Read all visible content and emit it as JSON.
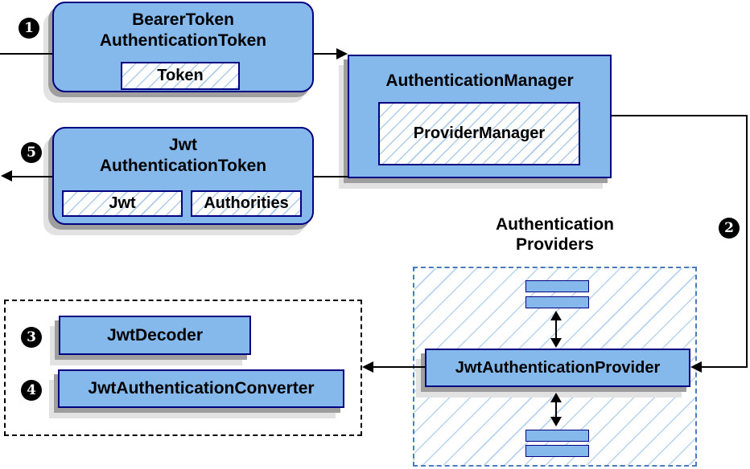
{
  "nodes": {
    "bearer_token": {
      "title_line1": "BearerToken",
      "title_line2": "AuthenticationToken",
      "field_token": "Token"
    },
    "authentication_manager": {
      "title": "AuthenticationManager",
      "field_provider_manager": "ProviderManager"
    },
    "jwt_authentication_token": {
      "title_line1": "Jwt",
      "title_line2": "AuthenticationToken",
      "field_jwt": "Jwt",
      "field_authorities": "Authorities"
    },
    "authentication_providers": {
      "label_line1": "Authentication",
      "label_line2": "Providers",
      "provider": "JwtAuthenticationProvider"
    },
    "jwt_tools": {
      "decoder": "JwtDecoder",
      "converter": "JwtAuthenticationConverter"
    }
  },
  "steps": {
    "step1": "1",
    "step2": "2",
    "step3": "3",
    "step4": "4",
    "step5": "5"
  },
  "colors": {
    "node_fill": "#85b9ec",
    "node_border": "#000080",
    "hatch_line": "#aecbea",
    "provider_container_border": "#4c7bbb",
    "tools_container_border": "#000000",
    "shadow_dark": "#9e9e9e",
    "shadow_light": "#e2e2e2",
    "arrow": "#000000",
    "step_bg": "#000000",
    "step_text": "#ffffff"
  }
}
